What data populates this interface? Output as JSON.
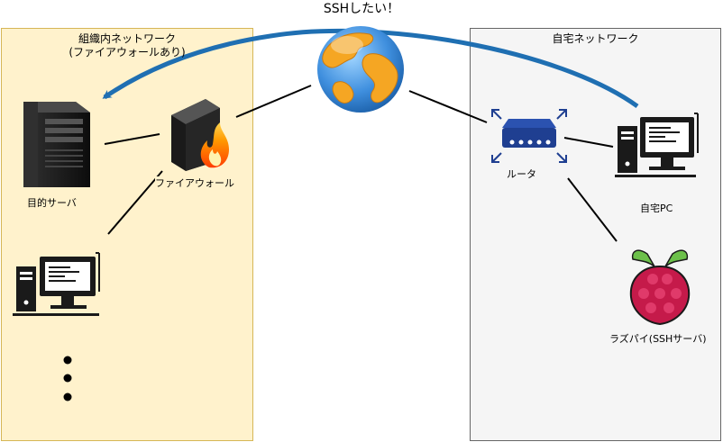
{
  "diagram": {
    "title": "SSHしたい！",
    "zones": {
      "org": {
        "title_line1": "組織内ネットワーク",
        "title_line2": "(ファイアウォールあり)"
      },
      "home": {
        "title": "自宅ネットワーク"
      }
    },
    "nodes": {
      "server": {
        "label": "目的サーバ",
        "icon": "tower-server-icon"
      },
      "firewall": {
        "label": "ファイアウォール",
        "icon": "firewall-icon"
      },
      "internet": {
        "icon": "globe-icon"
      },
      "router": {
        "label": "ルータ",
        "icon": "router-icon"
      },
      "homepc": {
        "label": "自宅PC",
        "icon": "desktop-pc-icon"
      },
      "raspi": {
        "label": "ラズパイ(SSHサーバ)",
        "icon": "raspberry-pi-icon"
      },
      "org_pc": {
        "icon": "desktop-pc-icon"
      },
      "more": {
        "icon": "vertical-ellipsis-icon"
      }
    },
    "arrow": {
      "from": "homepc",
      "to": "server",
      "color": "#1f6fb2"
    }
  }
}
